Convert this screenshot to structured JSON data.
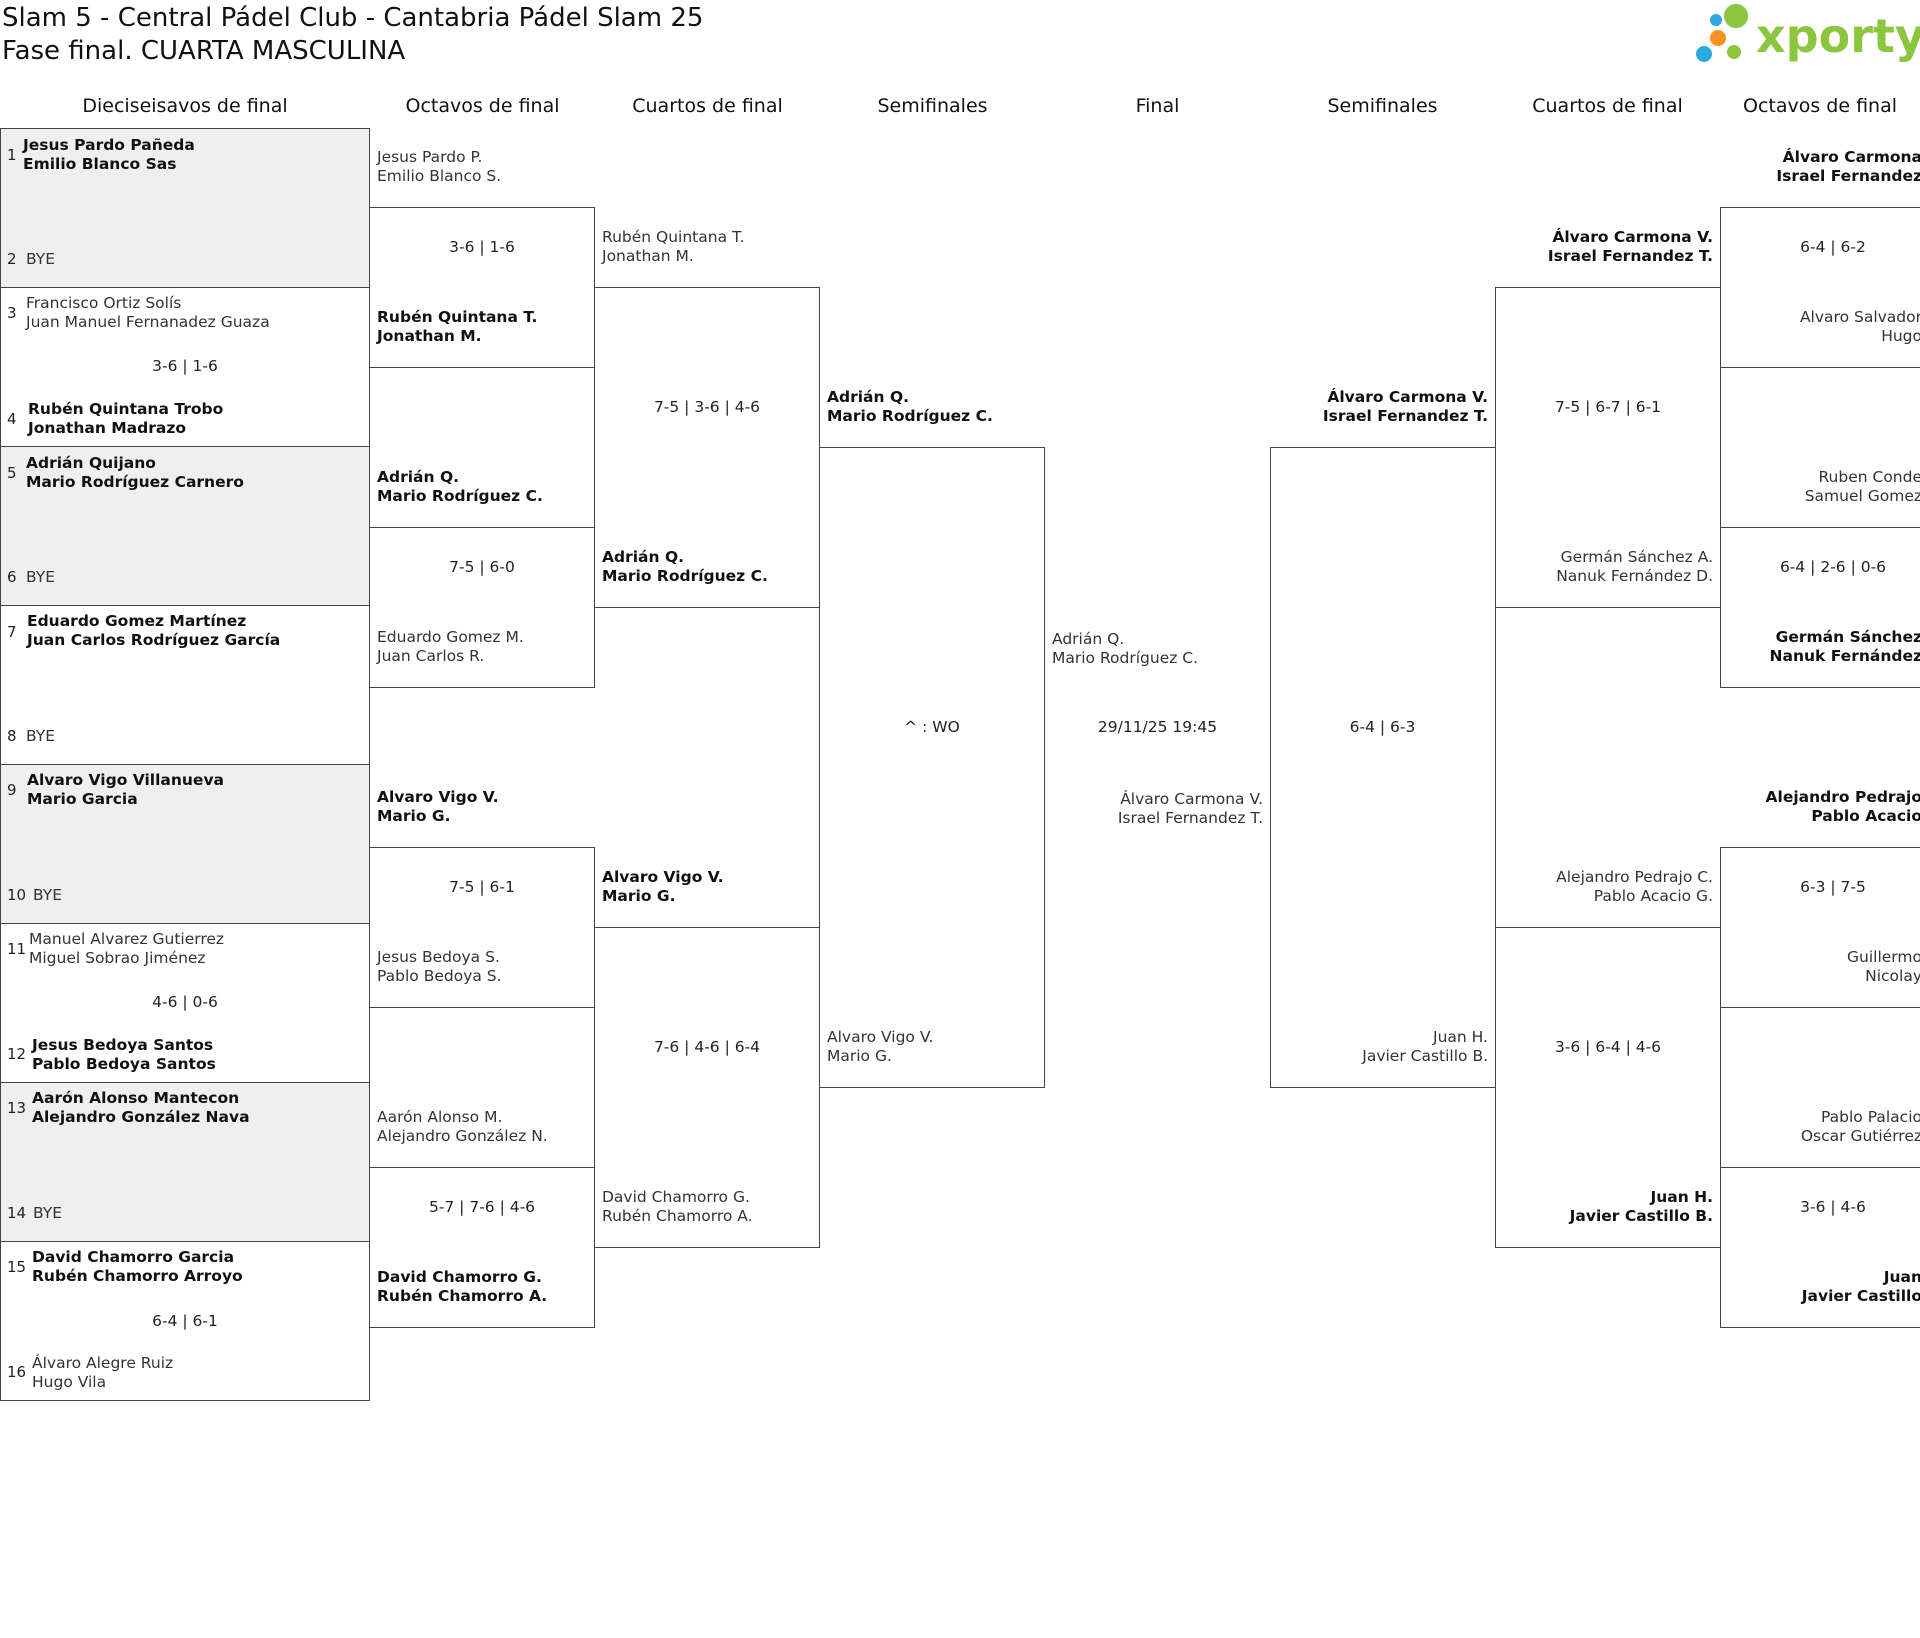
{
  "header": {
    "line1": "Slam 5 - Central Pádel Club - Cantabria Pádel Slam 25",
    "line2": "Fase final. CUARTA MASCULINA",
    "logo_text": "xporty",
    "logo_icon": "colored-dots-logo-icon",
    "brand_colors": {
      "green": "#8cc63f",
      "blue": "#29abe2",
      "orange": "#f7931e"
    }
  },
  "rounds": {
    "r32": "Dieciseisavos de final",
    "r16_left": "Octavos de final",
    "qf_left": "Cuartos de final",
    "sf_left": "Semifinales",
    "final": "Final",
    "sf_right": "Semifinales",
    "qf_right": "Cuartos de final",
    "r16_right": "Octavos de final"
  },
  "r32": {
    "s1": {
      "num": "1",
      "a": "Jesus Pardo Pañeda",
      "b": "Emilio Blanco Sas"
    },
    "s2": {
      "num": "2",
      "a": "BYE"
    },
    "s3": {
      "num": "3",
      "a": "Francisco Ortiz Solís",
      "b": "Juan Manuel Fernanadez Guaza"
    },
    "s4": {
      "num": "4",
      "a": "Rubén Quintana Trobo",
      "b": "Jonathan Madrazo"
    },
    "s5": {
      "num": "5",
      "a": "Adrián Quijano",
      "b": "Mario Rodríguez Carnero"
    },
    "s6": {
      "num": "6",
      "a": "BYE"
    },
    "s7": {
      "num": "7",
      "a": "Eduardo Gomez Martínez",
      "b": "Juan Carlos Rodríguez García"
    },
    "s8": {
      "num": "8",
      "a": "BYE"
    },
    "s9": {
      "num": "9",
      "a": "Alvaro Vigo Villanueva",
      "b": "Mario Garcia"
    },
    "s10": {
      "num": "10",
      "a": "BYE"
    },
    "s11": {
      "num": "11",
      "a": "Manuel Alvarez Gutierrez",
      "b": "Miguel Sobrao Jiménez"
    },
    "s12": {
      "num": "12",
      "a": "Jesus Bedoya Santos",
      "b": "Pablo Bedoya Santos"
    },
    "s13": {
      "num": "13",
      "a": "Aarón Alonso Mantecon",
      "b": "Alejandro González Nava"
    },
    "s14": {
      "num": "14",
      "a": "BYE"
    },
    "s15": {
      "num": "15",
      "a": "David Chamorro Garcia",
      "b": "Rubén Chamorro Arroyo"
    },
    "s16": {
      "num": "16",
      "a": "Álvaro Alegre Ruiz",
      "b": "Hugo Vila"
    },
    "score_m2": "3-6 | 1-6",
    "score_m6": "4-6 | 0-6",
    "score_m8": "6-4 | 6-1"
  },
  "r16_left": {
    "p1": {
      "a": "Jesus Pardo P.",
      "b": "Emilio Blanco S."
    },
    "p2": {
      "a": "Rubén Quintana T.",
      "b": "Jonathan M."
    },
    "p3": {
      "a": "Adrián Q.",
      "b": "Mario Rodríguez C."
    },
    "p4": {
      "a": "Eduardo Gomez M.",
      "b": "Juan Carlos R."
    },
    "p5": {
      "a": "Alvaro Vigo V.",
      "b": "Mario G."
    },
    "p6": {
      "a": "Jesus Bedoya S.",
      "b": "Pablo Bedoya S."
    },
    "p7": {
      "a": "Aarón Alonso M.",
      "b": "Alejandro González N."
    },
    "p8": {
      "a": "David Chamorro G.",
      "b": "Rubén Chamorro A."
    },
    "score1": "3-6 | 1-6",
    "score2": "7-5 | 6-0",
    "score3": "7-5 | 6-1",
    "score4": "5-7 | 7-6 | 4-6"
  },
  "qf_left": {
    "p1": {
      "a": "Rubén Quintana T.",
      "b": "Jonathan M."
    },
    "p2": {
      "a": "Adrián Q.",
      "b": "Mario Rodríguez C."
    },
    "p3": {
      "a": "Alvaro Vigo V.",
      "b": "Mario G."
    },
    "p4": {
      "a": "David Chamorro G.",
      "b": "Rubén Chamorro A."
    },
    "score1": "7-5 | 3-6 | 4-6",
    "score2": "7-6 | 4-6 | 6-4"
  },
  "sf_left": {
    "p1": {
      "a": "Adrián Q.",
      "b": "Mario Rodríguez C."
    },
    "p2": {
      "a": "Alvaro Vigo V.",
      "b": "Mario G."
    },
    "score": "^ : WO"
  },
  "final": {
    "p1": {
      "a": "Adrián Q.",
      "b": "Mario Rodríguez C."
    },
    "p2": {
      "a": "Álvaro Carmona V.",
      "b": "Israel Fernandez T."
    },
    "datetime": "29/11/25 19:45"
  },
  "sf_right": {
    "p1": {
      "a": "Álvaro Carmona V.",
      "b": "Israel Fernandez T."
    },
    "p2": {
      "a": "Juan H.",
      "b": "Javier Castillo B."
    },
    "score": "6-4 | 6-3"
  },
  "qf_right": {
    "p1": {
      "a": "Álvaro Carmona V.",
      "b": "Israel Fernandez T."
    },
    "p2": {
      "a": "Germán Sánchez A.",
      "b": "Nanuk Fernández D."
    },
    "p3": {
      "a": "Alejandro Pedrajo C.",
      "b": "Pablo Acacio G."
    },
    "p4": {
      "a": "Juan H.",
      "b": "Javier Castillo B."
    },
    "score1": "7-5 | 6-7 | 6-1",
    "score2": "3-6 | 6-4 | 4-6"
  },
  "r16_right": {
    "p1": {
      "a": "Álvaro Carmona",
      "b": "Israel Fernandez"
    },
    "p2": {
      "a": "Alvaro Salvador",
      "b": "Hugo"
    },
    "p3": {
      "a": "Ruben Conde",
      "b": "Samuel Gomez"
    },
    "p4": {
      "a": "Germán Sánchez",
      "b": "Nanuk Fernández"
    },
    "p5": {
      "a": "Alejandro Pedrajo",
      "b": "Pablo Acacio"
    },
    "p6": {
      "a": "Guillermo",
      "b": "Nicolay"
    },
    "p7": {
      "a": "Pablo Palacio",
      "b": "Oscar Gutiérrez"
    },
    "p8": {
      "a": "Juan",
      "b": "Javier Castillo"
    },
    "score1": "6-4 | 6-2",
    "score2": "6-4 | 2-6 | 0-6",
    "score3": "6-3 | 7-5",
    "score4": "3-6 | 4-6"
  }
}
